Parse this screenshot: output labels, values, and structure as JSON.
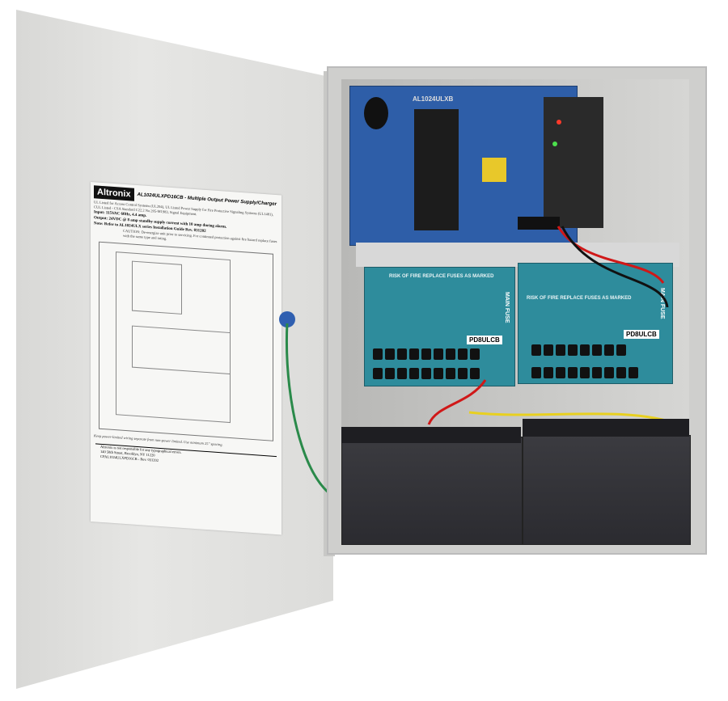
{
  "door_label": {
    "brand": "Altronix",
    "title": "AL1024ULXPD16CB - Multiple Output Power Supply/Charger",
    "listing": "UL Listed for Access Control Systems (UL294), UL Listed Power Supply for Fire Protective Signaling Systems (UL1481), CUL Listed - CSA Standard C22.2 No.205-M1983, Signal Equipment.",
    "input": "Input: 115VAC 60Hz, 4.4 amp.",
    "output": "Output: 24VDC @ 8 amp standby supply current with 10 amp during alarm.",
    "note": "Note: Refer to AL1024ULX series Installation Guide Rev. 031202",
    "caution": "CAUTION: De-energize unit prior to servicing. For continued protection against fire hazard replace fuses with the same type and rating.",
    "wiring_note": "Keep power-limited wiring separate from non-power limited. Use minimum 25\" spacing.",
    "footer": "Altronix is not responsible for any typographical errors.",
    "address": "140 58th Street, Brooklyn, NY 11220",
    "part": "CPAL1024ULXPD16CB - Rev. 031202"
  },
  "psu_board": {
    "label": "AL1024ULXB"
  },
  "fuse_boards": [
    {
      "warning": "RISK OF FIRE REPLACE FUSES AS MARKED",
      "model": "PD8ULCB",
      "main": "MAIN FUSE"
    },
    {
      "warning": "RISK OF FIRE REPLACE FUSES AS MARKED",
      "model": "PD8ULCB",
      "main": "MAIN FUSE"
    }
  ],
  "colors": {
    "enclosure": "#d6d6d4",
    "pcb_psu": "#2e5ea8",
    "pcb_fuse": "#2e8c9c",
    "battery": "#333338",
    "ground_wire": "#2a8a4a"
  }
}
